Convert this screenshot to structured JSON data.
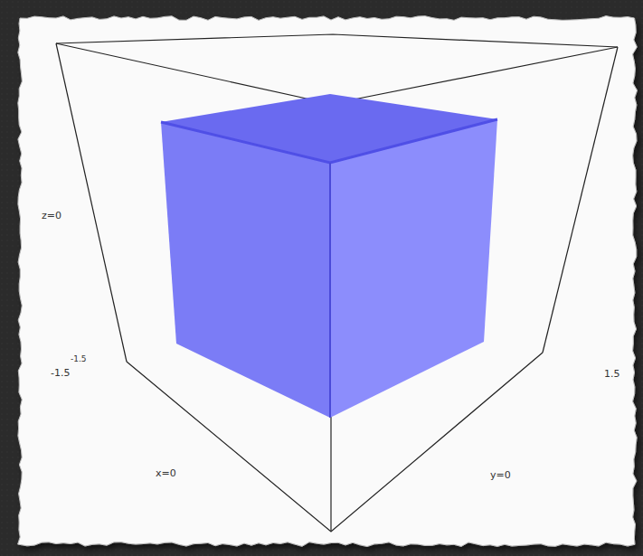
{
  "diagram": {
    "labels": [
      "z=0",
      "-1.5",
      "-1.5",
      "1.5",
      "x=0",
      "y=0"
    ]
  }
}
